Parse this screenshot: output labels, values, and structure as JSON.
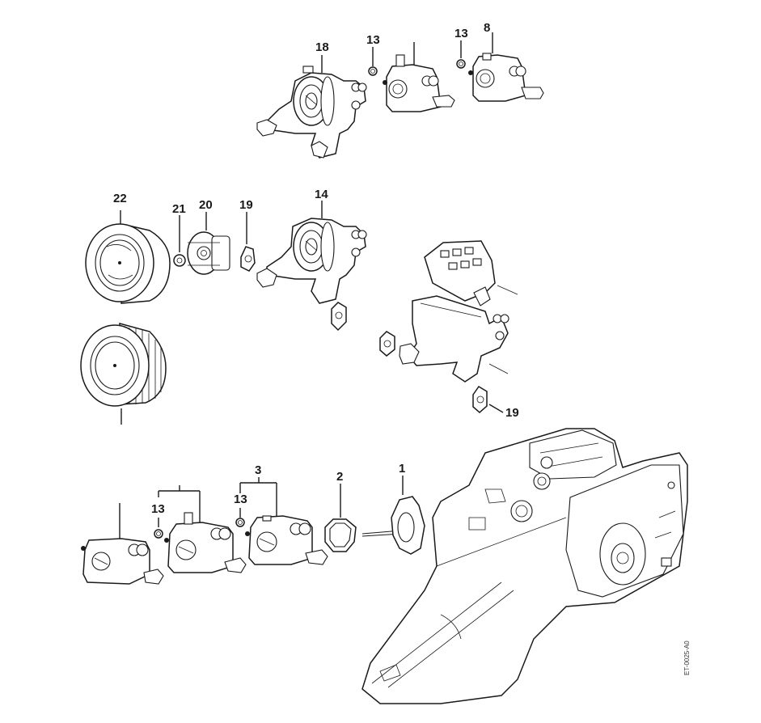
{
  "diagram": {
    "type": "exploded-parts-view",
    "drawing_code": "ET-0025-A0",
    "callouts": [
      {
        "id": "c18",
        "label": "18",
        "part": "carburetor-flange-adapter"
      },
      {
        "id": "c13a",
        "label": "13",
        "part": "o-ring"
      },
      {
        "id": "c13b",
        "label": "13",
        "part": "o-ring"
      },
      {
        "id": "c8",
        "label": "8",
        "part": "carburetor"
      },
      {
        "id": "c22",
        "label": "22",
        "part": "air-filter"
      },
      {
        "id": "c21",
        "label": "21",
        "part": "nut"
      },
      {
        "id": "c20",
        "label": "20",
        "part": "filter-base"
      },
      {
        "id": "c19a",
        "label": "19",
        "part": "annular-buffer"
      },
      {
        "id": "c14",
        "label": "14",
        "part": "carburetor-flange-adapter"
      },
      {
        "id": "c19b",
        "label": "19",
        "part": "annular-buffer"
      },
      {
        "id": "c3",
        "label": "3",
        "part": "carburetor"
      },
      {
        "id": "c13c",
        "label": "13",
        "part": "o-ring"
      },
      {
        "id": "c13d",
        "label": "13",
        "part": "o-ring"
      },
      {
        "id": "c2",
        "label": "2",
        "part": "gasket"
      },
      {
        "id": "c1",
        "label": "1",
        "part": "manifold"
      }
    ]
  }
}
